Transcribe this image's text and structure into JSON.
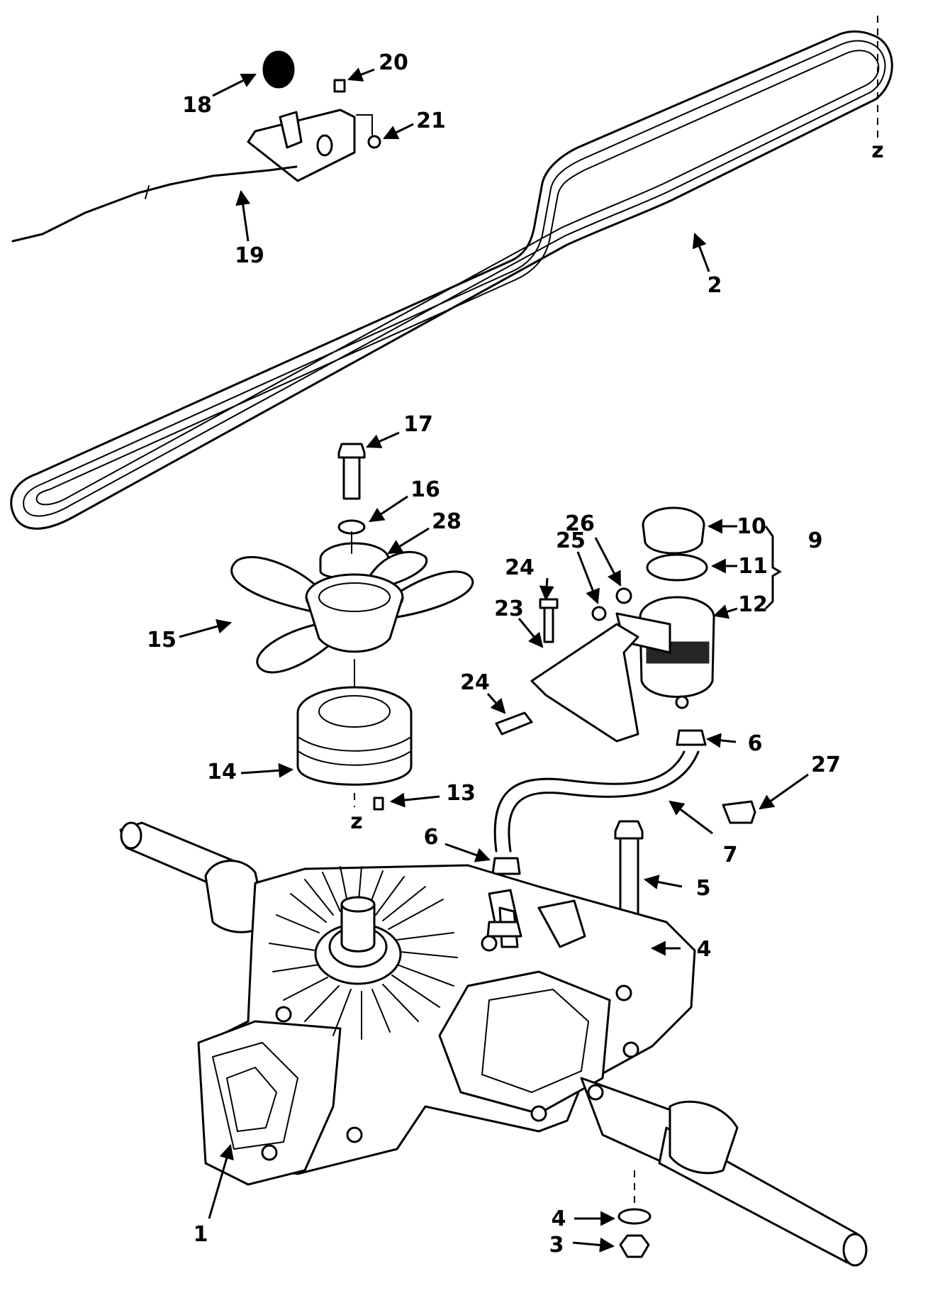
{
  "callouts": {
    "c1": "1",
    "c2": "2",
    "c3": "3",
    "c4a": "4",
    "c4b": "4",
    "c5": "5",
    "c6a": "6",
    "c6b": "6",
    "c7": "7",
    "c9": "9",
    "c10": "10",
    "c11": "11",
    "c12": "12",
    "c13": "13",
    "c14": "14",
    "c15": "15",
    "c16": "16",
    "c17": "17",
    "c18": "18",
    "c19": "19",
    "c20": "20",
    "c21": "21",
    "c23": "23",
    "c24a": "24",
    "c24b": "24",
    "c25": "25",
    "c26": "26",
    "c27": "27",
    "c28": "28"
  },
  "axis_markers": {
    "z_top": "z",
    "z_bottom": "z"
  }
}
